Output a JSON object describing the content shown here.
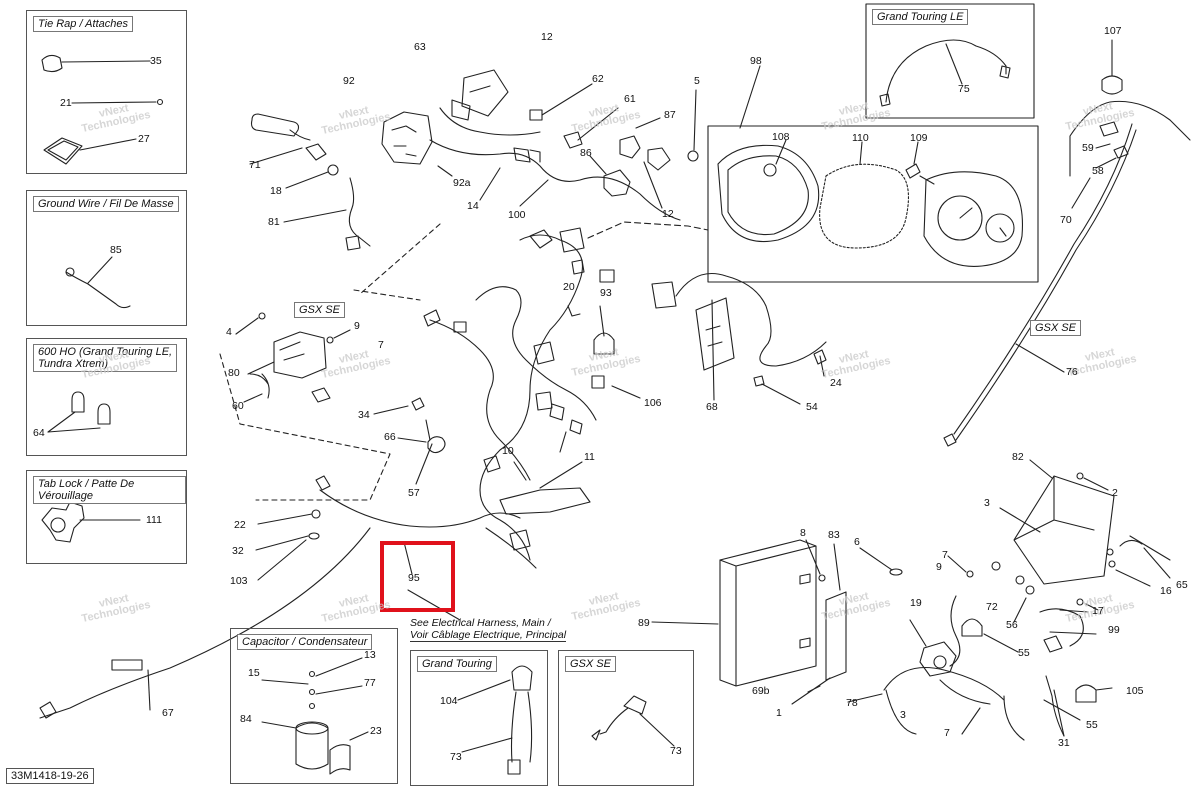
{
  "diagram_ref": "33M1418-19-26",
  "boxes": {
    "tie_rap": "Tie Rap / Attaches",
    "ground_wire": "Ground Wire / Fil De Masse",
    "ho600": "600 HO (Grand Touring LE,\nTundra Xtrem)",
    "tab_lock": "Tab Lock / Patte De Vérouillage",
    "capacitor": "Capacitor / Condensateur",
    "grand_touring_le": "Grand Touring LE",
    "grand_touring": "Grand Touring",
    "gsx_se_box": "GSX SE"
  },
  "variant_tags": {
    "gsx_se_left": "GSX SE",
    "gsx_se_right": "GSX SE"
  },
  "note": {
    "line1": "See Electrical Harness, Main /",
    "line2": "Voir Câblage Electrique, Principal"
  },
  "watermark": {
    "line1": "vNext",
    "line2": "Technologies"
  },
  "callouts": {
    "c35": "35",
    "c21": "21",
    "c27": "27",
    "c85": "85",
    "c64": "64",
    "c111": "111",
    "c63": "63",
    "c12a": "12",
    "c92": "92",
    "c62": "62",
    "c61": "61",
    "c87": "87",
    "c86": "86",
    "c12b": "12",
    "c71": "71",
    "c18": "18",
    "c92a": "92a",
    "c14": "14",
    "c100": "100",
    "c81": "81",
    "c5": "5",
    "c98": "98",
    "c108": "108",
    "c110": "110",
    "c109": "109",
    "c75": "75",
    "c107": "107",
    "c59": "59",
    "c58": "58",
    "c70": "70",
    "c4": "4",
    "c9a": "9",
    "c7a": "7",
    "c80": "80",
    "c60": "60",
    "c34": "34",
    "c66": "66",
    "c57": "57",
    "c20": "20",
    "c93": "93",
    "c106": "106",
    "c68": "68",
    "c24": "24",
    "c54": "54",
    "c76": "76",
    "c10": "10",
    "c11": "11",
    "c22": "22",
    "c32": "32",
    "c103": "103",
    "c95": "95",
    "c89": "89",
    "c67": "67",
    "c15": "15",
    "c13": "13",
    "c77": "77",
    "c84": "84",
    "c23": "23",
    "c104": "104",
    "c73a": "73",
    "c73b": "73",
    "c8": "8",
    "c83": "83",
    "c6": "6",
    "c7b": "7",
    "c9b": "9",
    "c19": "19",
    "c72": "72",
    "c56": "56",
    "c55a": "55",
    "c17": "17",
    "c99": "99",
    "c105": "105",
    "c55b": "55",
    "c31": "31",
    "c69b": "69b",
    "c1": "1",
    "c78": "78",
    "c3a": "3",
    "c3b": "3",
    "c7c": "7",
    "c82": "82",
    "c2": "2",
    "c65": "65",
    "c16": "16"
  }
}
